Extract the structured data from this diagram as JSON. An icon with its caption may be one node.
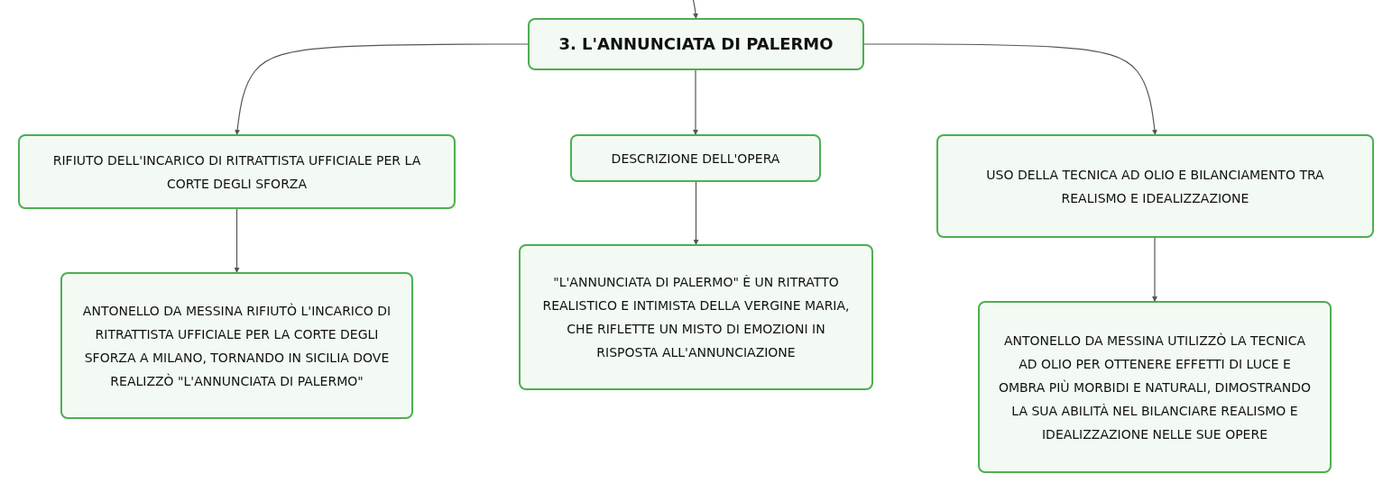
{
  "diagram": {
    "nodes": [
      {
        "text": [
          "3. L'ANNUNCIATA DI PALERMO"
        ]
      },
      {
        "text": [
          "RIFIUTO DELL'INCARICO DI RITRATTISTA UFFICIALE PER LA CORTE DEGLI SFORZA"
        ]
      },
      {
        "text": [
          "DESCRIZIONE DELL'OPERA"
        ]
      },
      {
        "text": [
          "USO DELLA TECNICA AD OLIO E BILANCIAMENTO TRA REALISMO E IDEALIZZAZIONE"
        ]
      },
      {
        "text": [
          "ANTONELLO DA MESSINA RIFIUTÒ L'INCARICO DI RITRATTISTA UFFICIALE PER LA CORTE DEGLI SFORZA A MILANO, TORNANDO IN SICILIA DOVE REALIZZÒ \"L'ANNUNCIATA DI PALERMO\""
        ]
      },
      {
        "text": [
          "\"L'ANNUNCIATA DI PALERMO\" È UN RITRATTO REALISTICO E INTIMISTA DELLA VERGINE MARIA, CHE RIFLETTE UN MISTO DI EMOZIONI IN RISPOSTA ALL'ANNUNCIAZIONE"
        ]
      },
      {
        "text": [
          "ANTONELLO DA MESSINA UTILIZZÒ LA TECNICA AD OLIO PER OTTENERE EFFETTI DI LUCE E OMBRA PIÙ MORBIDI E NATURALI, DIMOSTRANDO LA SUA ABILITÀ NEL BILANCIARE REALISMO E IDEALIZZAZIONE NELLE SUE OPERE"
        ]
      }
    ],
    "edges": [
      {
        "from": null,
        "to": 0,
        "arrow": "to"
      },
      {
        "from": 0,
        "to": 1,
        "arrow": "to"
      },
      {
        "from": 0,
        "to": 2,
        "arrow": "to"
      },
      {
        "from": 0,
        "to": 3,
        "arrow": "to"
      },
      {
        "from": 1,
        "to": 4,
        "arrow": "to"
      },
      {
        "from": 2,
        "to": 5,
        "arrow": "to"
      },
      {
        "from": 3,
        "to": 6,
        "arrow": "to"
      }
    ]
  }
}
